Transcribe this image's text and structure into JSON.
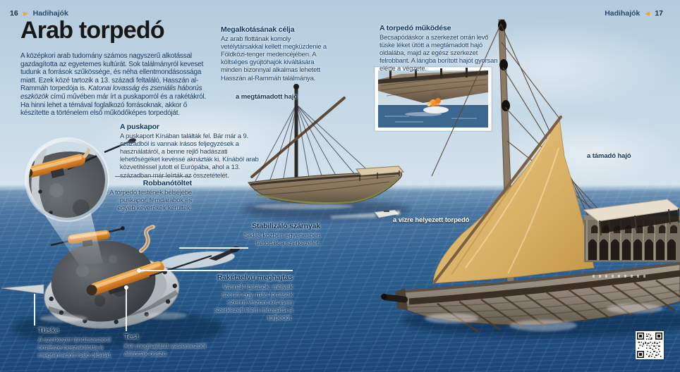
{
  "header_left": {
    "page_number": "16",
    "section": "Hadihajók"
  },
  "header_right": {
    "section": "Hadihajók",
    "page_number": "17"
  },
  "icons": {
    "arrow_right": "▶",
    "arrow_left": "◀",
    "qr_code": "qr-code"
  },
  "article": {
    "title": "Arab torpedó",
    "intro_part1": "A középkori arab tudomány számos nagyszerű alkotással gazdagította az egyetemes kultúrát. Sok találmányról keveset tudunk a források szűkössége, és néha ellentmondásossága miatt. Ezek közé tartozik a 13. századi feltaláló, Hasszán al-Rammáh torpedója is. ",
    "intro_italic": "Katonai lovasság és zseniális háborús eszközök",
    "intro_part2": " című művében már írt a puskaporról és a rakétákról. Ha hinni lehet a témával foglalkozó forrásoknak, akkor ő készítette a történelem első működőképes torpedóját."
  },
  "sections": {
    "purpose": {
      "heading": "Megalkotásának célja",
      "body": "Az arab flottának komoly vetélytársakkal kellett megküzdenie a Földközi-tenger medencéjében. A költséges gyújtóhajók kiváltására minden bizonnyal alkalmas lehetett Hasszán al-Rammáh találmánya."
    },
    "operation": {
      "heading": "A torpedó működése",
      "body": "Becsapódáskor a szerkezet orrán levő tüske léket ütött a megtámadott hajó oldalába, majd az egész szerkezet felrobbant. A lángba borított hajót gyorsan elérte a végzete."
    },
    "gunpowder": {
      "heading": "A puskapor",
      "body": "A puskaport Kínában találták fel. Bár már a 9. századból is vannak írásos feljegyzések a használatáról, a benne rejlő hadászati lehetőségeket kevéssé aknázták ki. Kínából arab közvetítéssel jutott el Európába, ahol a 13. században már leírták az összetételét."
    }
  },
  "callouts": {
    "explosive": {
      "heading": "Robbanótöltet",
      "body": "A torpedó testének belsejébe puskapor, fémdarabok és egyéb keverékek kerültek."
    },
    "fins": {
      "heading": "Stabilizáló szárnyak",
      "body": "Siklás közben egyenesben tartották a szerkezetet."
    },
    "propulsion": {
      "heading": "Rakétaelvű meghajtás",
      "body": "Vannak források, melyek szerint egy, más források szerint viszont két ilyen szerkezeti elem mozgatta a torpedót."
    },
    "spike": {
      "heading": "Tüske",
      "body": "A szerkezet lándzsaszerű orrrésze beszakította a megtámadott hajó oldalát."
    },
    "body": {
      "heading": "Test",
      "body": "Két meghajlított vaslemezből állították össze."
    }
  },
  "labels": {
    "attacked_ship": "a megtámadott hajó",
    "attacking_ship": "a támadó hajó",
    "deployed_torpedo": "a vízre helyezett torpedó"
  },
  "colors": {
    "accent_orange": "#f0a43c",
    "heading_navy": "#0e3356",
    "body_navy": "#1d4066",
    "title_black": "#171717",
    "sky_light": "#c6d9e7",
    "sea_deep": "#1b4678",
    "sail_tan": "#d9b36b",
    "rocket_orange": "#e0892b"
  }
}
